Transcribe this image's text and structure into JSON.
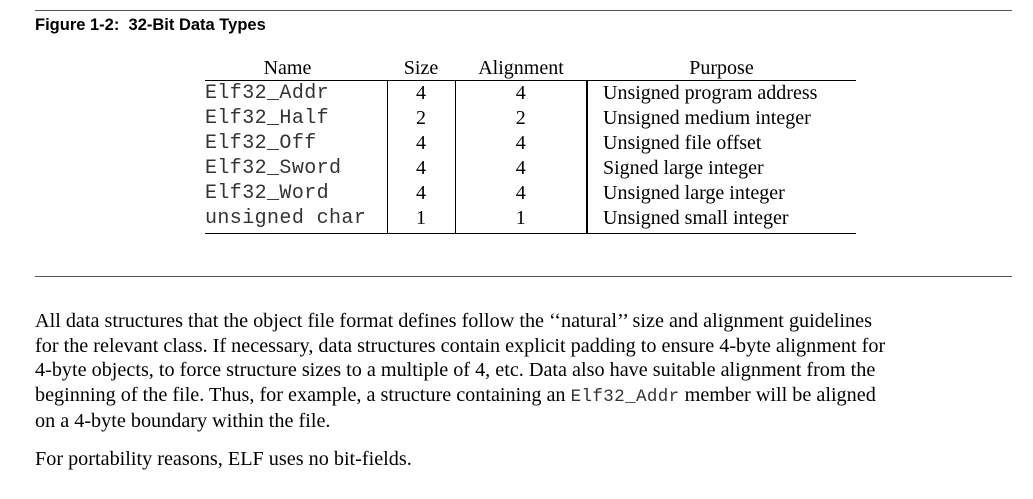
{
  "figure": {
    "caption": "Figure 1-2:  32-Bit Data Types"
  },
  "table": {
    "headers": {
      "name": "Name",
      "size": "Size",
      "alignment": "Alignment",
      "purpose": "Purpose"
    },
    "rows": [
      {
        "name": "Elf32_Addr",
        "size": "4",
        "alignment": "4",
        "purpose": "Unsigned program address"
      },
      {
        "name": "Elf32_Half",
        "size": "2",
        "alignment": "2",
        "purpose": "Unsigned medium integer"
      },
      {
        "name": "Elf32_Off",
        "size": "4",
        "alignment": "4",
        "purpose": "Unsigned file offset"
      },
      {
        "name": "Elf32_Sword",
        "size": "4",
        "alignment": "4",
        "purpose": "Signed large integer"
      },
      {
        "name": "Elf32_Word",
        "size": "4",
        "alignment": "4",
        "purpose": "Unsigned large integer"
      },
      {
        "name": "unsigned char",
        "size": "1",
        "alignment": "1",
        "purpose": "Unsigned small integer"
      }
    ]
  },
  "body": {
    "paragraph1": {
      "line1": "All data structures that the object file format defines follow the ‘‘natural’’ size and alignment guidelines",
      "line2": "for the relevant class.  If necessary, data structures contain explicit padding to ensure 4-byte alignment for",
      "line3": "4-byte objects, to force structure sizes to a multiple of 4, etc.  Data also have suitable alignment from the",
      "line4": "beginning of the file.  Thus, for example, a structure containing an ",
      "line4_code": "Elf32_Addr",
      "line4_tail": " member will be aligned",
      "line5": "on a 4-byte boundary within the file."
    },
    "paragraph2": "For portability reasons, ELF uses no bit-fields."
  }
}
